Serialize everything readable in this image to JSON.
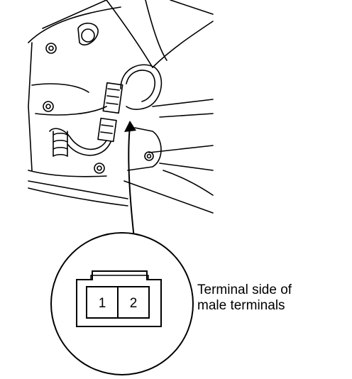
{
  "connector_view": {
    "pins": [
      "1",
      "2"
    ]
  },
  "caption": {
    "line1": "Terminal side of",
    "line2": "male terminals"
  }
}
